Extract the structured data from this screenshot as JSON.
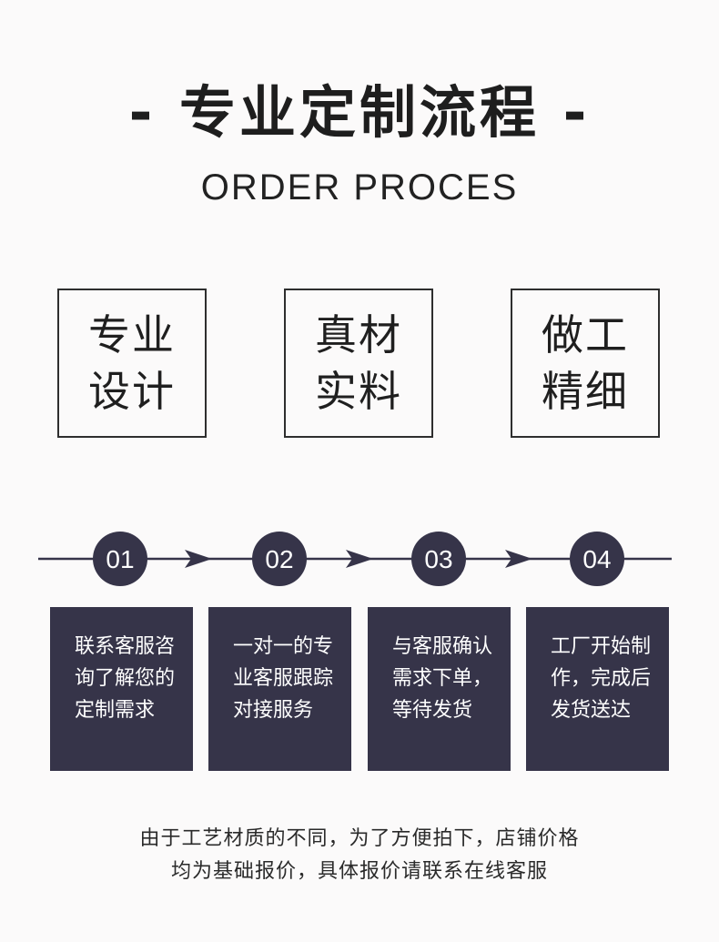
{
  "header": {
    "title": "- 专业定制流程 -",
    "subtitle": "ORDER PROCES"
  },
  "features": [
    {
      "line1": "专业",
      "line2": "设计"
    },
    {
      "line1": "真材",
      "line2": "实料"
    },
    {
      "line1": "做工",
      "line2": "精细"
    }
  ],
  "steps": [
    {
      "number": "01",
      "lines": [
        "联系客服咨",
        "询了解您的",
        "定制需求"
      ]
    },
    {
      "number": "02",
      "lines": [
        "一对一的专",
        "业客服跟踪",
        "对接服务"
      ]
    },
    {
      "number": "03",
      "lines": [
        "与客服确认",
        "需求下单，",
        "等待发货"
      ]
    },
    {
      "number": "04",
      "lines": [
        "工厂开始制",
        "作，完成后",
        "发货送达"
      ]
    }
  ],
  "note": {
    "line1": "由于工艺材质的不同，为了方便拍下，店铺价格",
    "line2": "均为基础报价，具体报价请联系在线客服"
  },
  "colors": {
    "accent": "#363449",
    "background": "#fbfafa"
  }
}
